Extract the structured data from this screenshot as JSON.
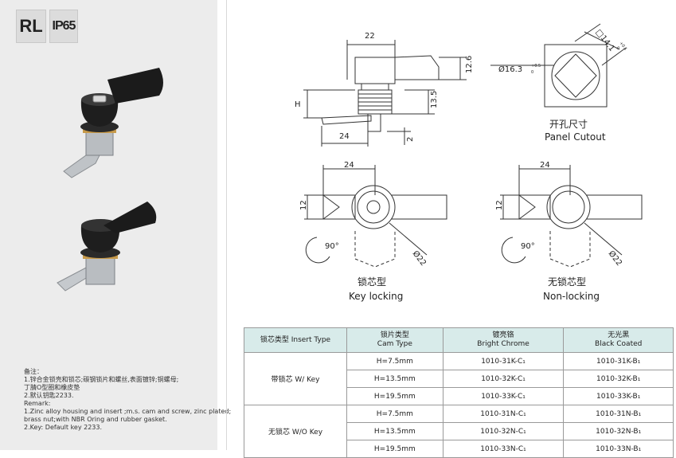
{
  "badges": {
    "series": "RL",
    "rating": "IP65"
  },
  "notes": {
    "lines": [
      "备注：",
      "1.锌合金锁壳和锁芯;碳钢锁片和螺丝,表面镀锌;铜螺母;",
      "丁腈O型圈和橡皮垫",
      "2.默认钥匙2233.",
      "Remark:",
      "1.Zinc alloy housing and insert ;m.s. cam and screw, zinc plated;",
      "brass nut;with NBR Oring and rubber gasket.",
      "2.Key: Default key 2233."
    ]
  },
  "drawing": {
    "side_view": {
      "width": "22",
      "height_126": "12.6",
      "dim_135": "13.5",
      "dim_h": "H",
      "dim_24": "24",
      "dim_2": "2"
    },
    "cutout": {
      "diameter": "Ø16.3",
      "tol": "+0.5",
      "tol2": "0",
      "square": "□14.1",
      "sq_tol": "+0.1",
      "sq_tol2": "0",
      "caption_cn": "开孔尺寸",
      "caption_en": "Panel Cutout"
    },
    "key_locking": {
      "dim_24": "24",
      "dim_12": "12",
      "angle": "90°",
      "dia": "Ø22",
      "caption_cn": "锁芯型",
      "caption_en": "Key locking"
    },
    "non_locking": {
      "dim_24": "24",
      "dim_12": "12",
      "angle": "90°",
      "dia": "Ø22",
      "caption_cn": "无锁芯型",
      "caption_en": "Non-locking"
    }
  },
  "table": {
    "headers": [
      {
        "cn": "锁芯类型 Insert Type",
        "en": ""
      },
      {
        "cn": "锁片类型",
        "en": "Cam Type"
      },
      {
        "cn": "镀亮铬",
        "en": "Bright Chrome"
      },
      {
        "cn": "无光黑",
        "en": "Black Coated"
      }
    ],
    "groups": [
      {
        "label": "带锁芯 W/ Key",
        "rows": [
          {
            "cam": "H=7.5mm",
            "chrome": "1010-31K-C₁",
            "black": "1010-31K-B₁"
          },
          {
            "cam": "H=13.5mm",
            "chrome": "1010-32K-C₁",
            "black": "1010-32K-B₁"
          },
          {
            "cam": "H=19.5mm",
            "chrome": "1010-33K-C₁",
            "black": "1010-33K-B₁"
          }
        ]
      },
      {
        "label": "无锁芯 W/O Key",
        "rows": [
          {
            "cam": "H=7.5mm",
            "chrome": "1010-31N-C₁",
            "black": "1010-31N-B₁"
          },
          {
            "cam": "H=13.5mm",
            "chrome": "1010-32N-C₁",
            "black": "1010-32N-B₁"
          },
          {
            "cam": "H=19.5mm",
            "chrome": "1010-33N-C₁",
            "black": "1010-33N-B₁"
          }
        ]
      }
    ]
  },
  "colors": {
    "header_bg": "#d8ebea",
    "panel_bg": "#ececec",
    "brass": "#c79a4a"
  }
}
